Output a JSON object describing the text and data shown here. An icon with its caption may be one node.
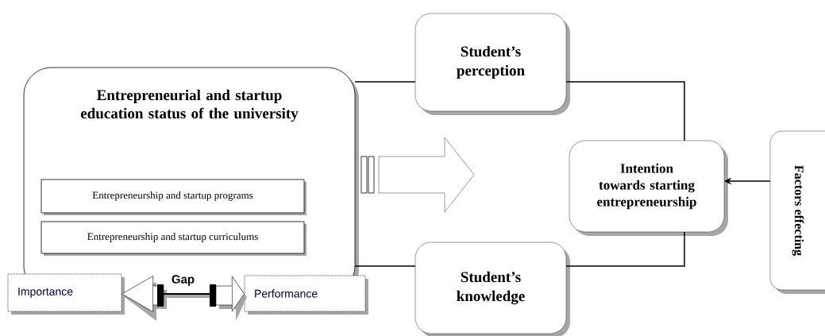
{
  "diagram": {
    "nodes": [
      {
        "text": [
          "Entrepreneurial and startup education status of the university"
        ]
      },
      {
        "text": [
          "Entrepreneurship and startup programs"
        ],
        "in": 0
      },
      {
        "text": [
          "Entrepreneurship and startup curriculums"
        ],
        "in": 0
      },
      {
        "text": [
          "Student’s perception"
        ]
      },
      {
        "text": [
          "Student’s knowledge"
        ]
      },
      {
        "text": [
          "Intention towards starting entrepreneurship"
        ]
      },
      {
        "text": [
          "Factors effecting"
        ]
      },
      {
        "text": [
          "Importance"
        ]
      },
      {
        "text": [
          "Performance"
        ]
      }
    ],
    "edges": [
      {
        "from": 0,
        "to": 3,
        "arrow": "none"
      },
      {
        "from": 0,
        "to": 4,
        "arrow": "none"
      },
      {
        "from": 3,
        "to": 5,
        "arrow": "none"
      },
      {
        "from": 4,
        "to": 5,
        "arrow": "none"
      },
      {
        "from": 6,
        "to": 5,
        "arrow": "to"
      },
      {
        "from": 7,
        "to": 8,
        "arrow": "both",
        "label": "Gap"
      }
    ]
  }
}
